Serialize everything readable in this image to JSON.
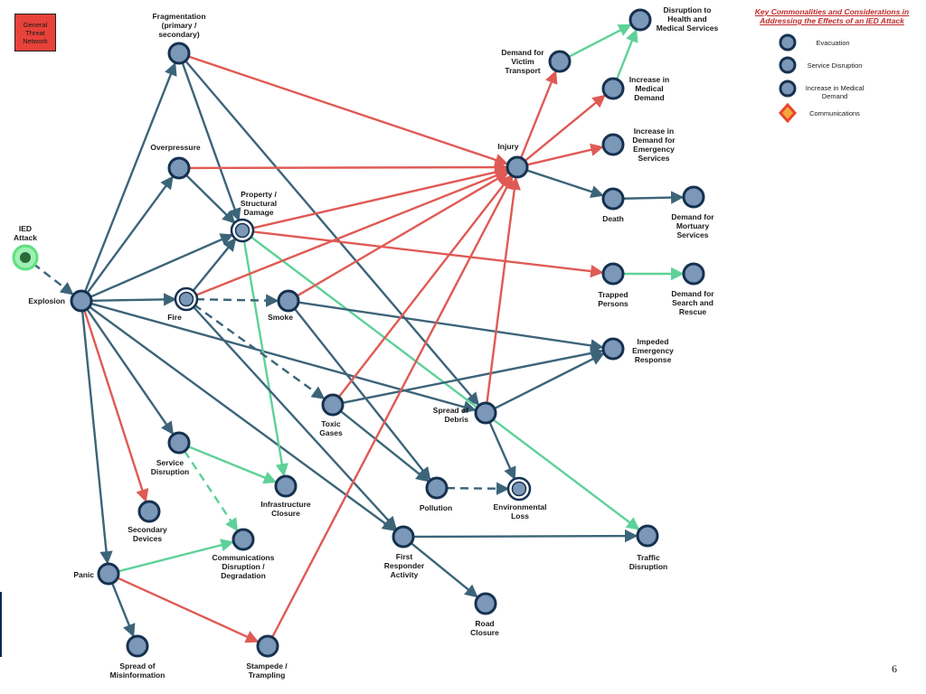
{
  "badge": {
    "text": "General\nThreat\nNetwork"
  },
  "key": {
    "title": "Key Commonalities and Considerations in\nAddressing the Effects of an IED Attack",
    "items": [
      {
        "label": "Evacuation"
      },
      {
        "label": "Service Disruption"
      },
      {
        "label": "Increase in Medical\nDemand"
      },
      {
        "label": "Communications"
      }
    ]
  },
  "colors": {
    "blue": "#3c6479",
    "red": "#e05a55",
    "green": "#5ed198",
    "node_fill": "#7b98b8",
    "node_border": "#16314f"
  },
  "nodes": {
    "ied": "IED\nAttack",
    "explosion": "Explosion",
    "fragmentation": "Fragmentation\n(primary /\nsecondary)",
    "overpressure": "Overpressure",
    "property": "Property /\nStructural\nDamage",
    "fire": "Fire",
    "smoke": "Smoke",
    "toxic": "Toxic\nGases",
    "service": "Service\nDisruption",
    "secondary": "Secondary\nDevices",
    "infra": "Infrastructure\nClosure",
    "comms": "Communications\nDisruption /\nDegradation",
    "panic": "Panic",
    "misinfo": "Spread of\nMisinformation",
    "stampede": "Stampede /\nTrampling",
    "pollution": "Pollution",
    "envloss": "Environmental\nLoss",
    "debris": "Spread of\nDebris",
    "firstresp": "First\nResponder\nActivity",
    "road": "Road\nClosure",
    "traffic": "Traffic\nDisruption",
    "injury": "Injury",
    "victim": "Demand for\nVictim\nTransport",
    "health": "Disruption to\nHealth and\nMedical Services",
    "meddemand": "Increase in\nMedical\nDemand",
    "emergdemand": "Increase in\nDemand for\nEmergency\nServices",
    "death": "Death",
    "mortuary": "Demand for\nMortuary\nServices",
    "trapped": "Trapped\nPersons",
    "searchrescue": "Demand for\nSearch and\nRescue",
    "impeded": "Impeded\nEmergency\nResponse"
  },
  "page_number": "6"
}
